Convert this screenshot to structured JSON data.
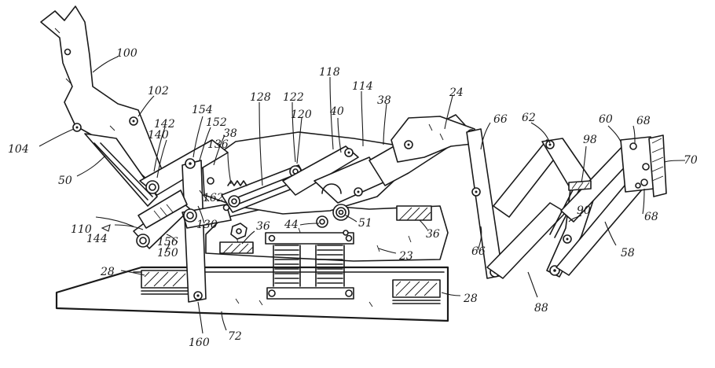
{
  "figure": {
    "reference_numerals": {
      "r100": "100",
      "r102": "102",
      "r104": "104",
      "r50": "50",
      "r142": "142",
      "r140": "140",
      "r154": "154",
      "r152": "152",
      "r38a": "38",
      "r136": "136",
      "r128": "128",
      "r122": "122",
      "r120": "120",
      "r118": "118",
      "r40": "40",
      "r114": "114",
      "r38b": "38",
      "r24": "24",
      "r66a": "66",
      "r62": "62",
      "r60": "60",
      "r68a": "68",
      "r98": "98",
      "r70": "70",
      "r68b": "68",
      "r90": "90",
      "r58": "58",
      "r88": "88",
      "r66b": "66",
      "r110": "110",
      "r144": "144",
      "r156": "156",
      "r150": "150",
      "r130": "130",
      "r162": "162",
      "r36a": "36",
      "r44": "44",
      "r51": "51",
      "r36b": "36",
      "r23": "23",
      "r28a": "28",
      "r28b": "28",
      "r160": "160",
      "r72": "72"
    }
  }
}
